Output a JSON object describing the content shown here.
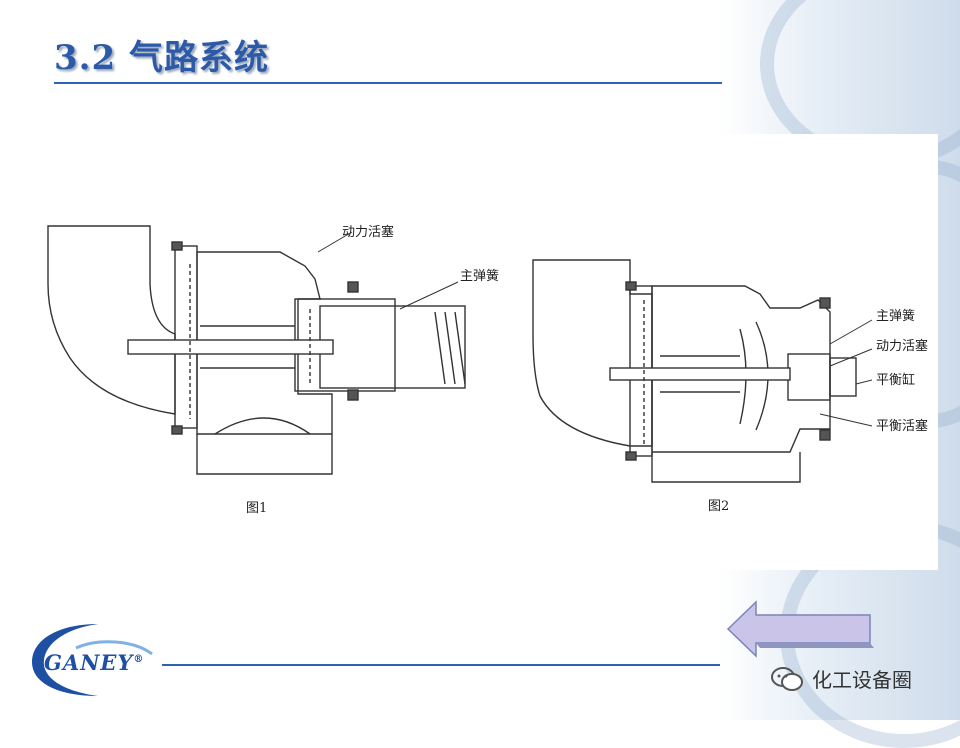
{
  "slide": {
    "title": "3.2 气路系统"
  },
  "figure1": {
    "caption": "图1",
    "labels": [
      "动力活塞",
      "主弹簧"
    ]
  },
  "figure2": {
    "caption": "图2",
    "labels": [
      "主弹簧",
      "动力活塞",
      "平衡缸",
      "平衡活塞"
    ]
  },
  "footer": {
    "logo_text": "GANEY",
    "logo_mark": "®",
    "watermark": "化工设备圈"
  },
  "icons": {
    "back": "back-arrow-icon",
    "wechat": "wechat-icon"
  },
  "colors": {
    "title": "#2c5aa8",
    "rule": "#2f63b2",
    "arrow_fill": "#c9c4e8"
  }
}
